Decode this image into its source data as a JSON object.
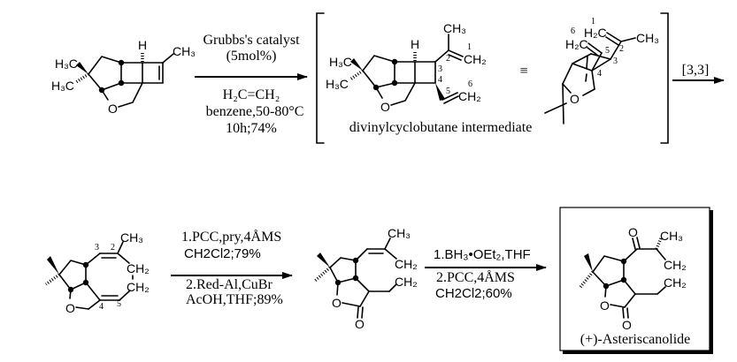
{
  "starting_material": {
    "me1": "H₃C",
    "me2": "H₃C",
    "h": "H",
    "me3": "CH₃",
    "o": "O"
  },
  "step1": {
    "above": [
      "Grubbs's catalyst",
      "(5mol%)"
    ],
    "below": [
      "H₂C=CH₂",
      "benzene,50-80°C",
      "10h;74%"
    ]
  },
  "intermediate": {
    "me1": "H₃C",
    "me2": "H₃C",
    "h": "H",
    "me3": "CH₃",
    "ch2a": "CH₂",
    "ch2b": "CH₂",
    "o": "O",
    "numbers": [
      "1",
      "2",
      "3",
      "4",
      "5",
      "6"
    ],
    "label": "divinylcyclobutane intermediate",
    "equiv": "≡"
  },
  "intermediate_3d": {
    "h2c1": "H₂C",
    "h2c6": "H₂C",
    "me": "CH₃",
    "o": "O",
    "numbers": [
      "1",
      "2",
      "3",
      "4",
      "5",
      "6"
    ]
  },
  "step2": {
    "label": "[3,3]"
  },
  "cyclooctadiene": {
    "me": "CH₃",
    "ch2a": "CH₂",
    "ch2b": "CH₂",
    "o": "O",
    "numbers": [
      "3",
      "2",
      "4",
      "5"
    ]
  },
  "step3": {
    "above": [
      "1.PCC,pry,4ÅMS",
      "CH2Cl2;79%"
    ],
    "below": [
      "2.Red-Al,CuBr",
      "AcOH,THF;89%"
    ]
  },
  "lactone": {
    "me": "CH₃",
    "ch2a": "CH₂",
    "ch2b": "CH₂",
    "o1": "O",
    "o2": "O"
  },
  "step4": {
    "above": [
      "1.BH₃•OEt₂,THF"
    ],
    "below": [
      "2.PCC,4ÅMS",
      "CH2Cl2;60%"
    ]
  },
  "product": {
    "ketone_o": "O",
    "me": "CH₃",
    "ch2a": "CH₂",
    "ch2b": "CH₂",
    "o1": "O",
    "o2": "O",
    "name": "(+)-Asteriscanolide"
  }
}
